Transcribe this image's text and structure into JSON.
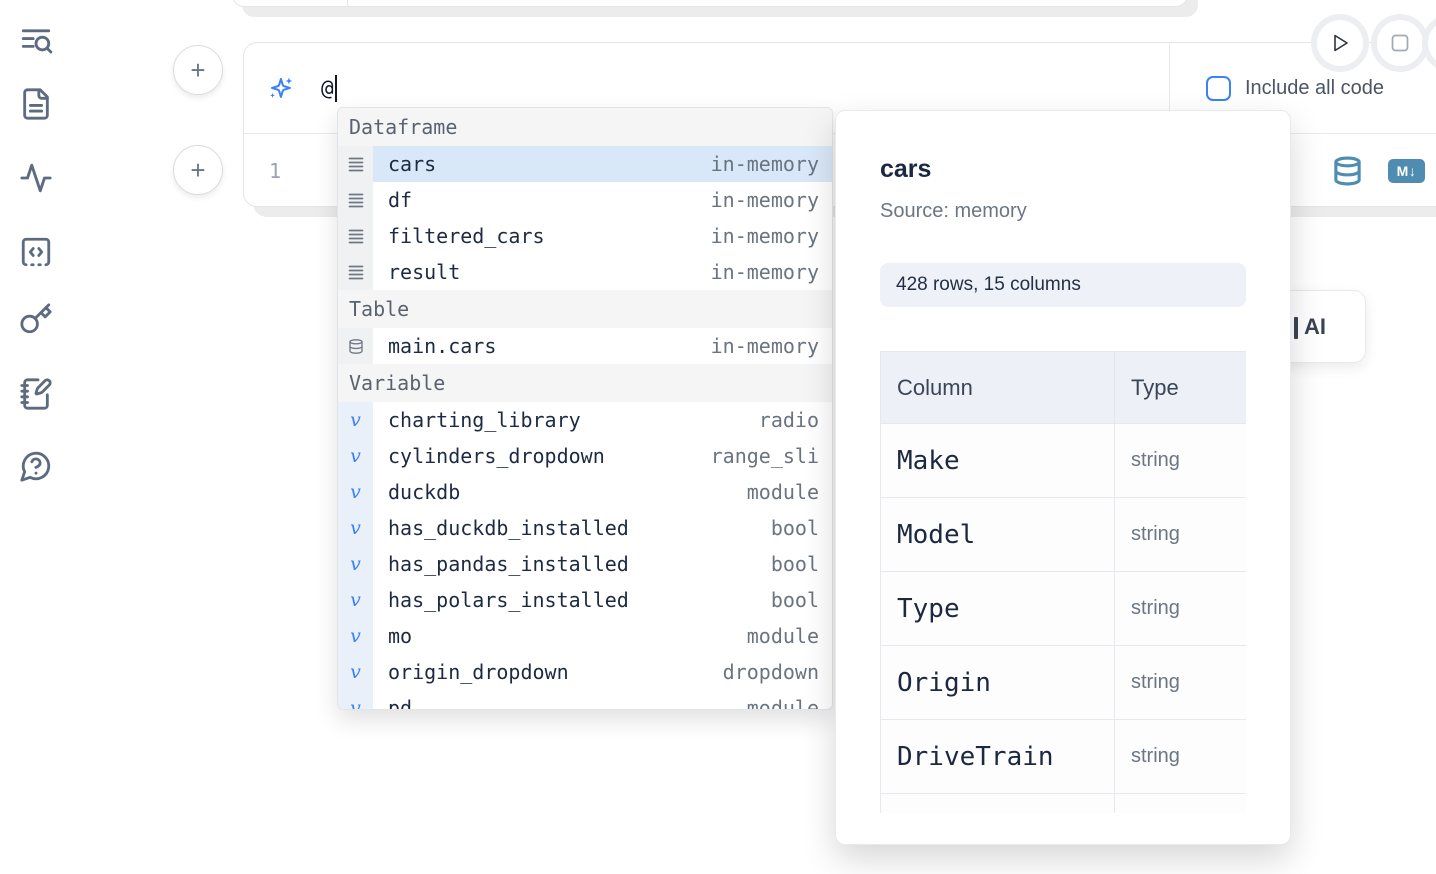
{
  "sidebar": {
    "icons": [
      {
        "name": "text-search-icon"
      },
      {
        "name": "file-text-icon"
      },
      {
        "name": "activity-icon"
      },
      {
        "name": "code-snippet-icon"
      },
      {
        "name": "key-icon"
      },
      {
        "name": "notebook-pen-icon"
      },
      {
        "name": "help-chat-icon"
      }
    ]
  },
  "cell_controls": {
    "add_cell_label": "+"
  },
  "cell": {
    "ai_prompt": {
      "value": "@"
    },
    "include_all_code": {
      "label": "Include all code",
      "checked": false
    },
    "editor": {
      "line_number": "1"
    },
    "language_buttons": {
      "markdown_label": "M↓"
    }
  },
  "completion_menu": {
    "sections": [
      {
        "label": "Dataframe",
        "icon": "dataframe",
        "items": [
          {
            "name": "cars",
            "type": "in-memory",
            "selected": true
          },
          {
            "name": "df",
            "type": "in-memory"
          },
          {
            "name": "filtered_cars",
            "type": "in-memory"
          },
          {
            "name": "result",
            "type": "in-memory"
          }
        ]
      },
      {
        "label": "Table",
        "icon": "table",
        "items": [
          {
            "name": "main.cars",
            "type": "in-memory"
          }
        ]
      },
      {
        "label": "Variable",
        "icon": "variable",
        "items": [
          {
            "name": "charting_library",
            "type": "radio"
          },
          {
            "name": "cylinders_dropdown",
            "type": "range_sli"
          },
          {
            "name": "duckdb",
            "type": "module"
          },
          {
            "name": "has_duckdb_installed",
            "type": "bool"
          },
          {
            "name": "has_pandas_installed",
            "type": "bool"
          },
          {
            "name": "has_polars_installed",
            "type": "bool"
          },
          {
            "name": "mo",
            "type": "module"
          },
          {
            "name": "origin_dropdown",
            "type": "dropdown"
          },
          {
            "name": "pd",
            "type": "module",
            "clipped": true
          }
        ]
      }
    ]
  },
  "dataset_preview": {
    "title": "cars",
    "source": "Source: memory",
    "shape": "428 rows, 15 columns",
    "table": {
      "headers": [
        "Column",
        "Type"
      ],
      "rows": [
        [
          "Make",
          "string"
        ],
        [
          "Model",
          "string"
        ],
        [
          "Type",
          "string"
        ],
        [
          "Origin",
          "string"
        ],
        [
          "DriveTrain",
          "string"
        ],
        [
          "",
          ""
        ]
      ]
    }
  },
  "ai_card": {
    "label": "AI"
  },
  "colors": {
    "accent_blue": "#3b82f6",
    "selection_blue": "#d9e8f8",
    "steel_blue": "#4e8cb2",
    "icon_gray": "#5d6b80",
    "shadow_gray": "#ececec"
  }
}
